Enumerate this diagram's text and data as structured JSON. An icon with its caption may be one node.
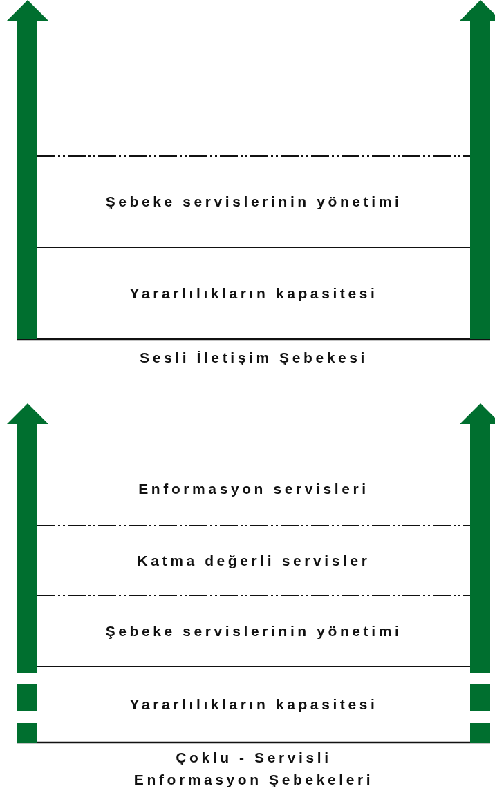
{
  "diagram": {
    "nodes": [
      {
        "text": [
          "Şebeke servislerinin yönetimi"
        ]
      },
      {
        "text": [
          "Yararlılıkların kapasitesi"
        ]
      },
      {
        "text": [
          "Enformasyon servisleri"
        ]
      },
      {
        "text": [
          "Katma değerli servisler"
        ]
      },
      {
        "text": [
          "Şebeke servislerinin yönetimi"
        ]
      },
      {
        "text": [
          "Yararlılıkların kapasitesi"
        ]
      }
    ],
    "edges": [],
    "labels": [
      "Sesli İletişim Şebekesi",
      "Çoklu - Servisli Enformasyon Şebekeleri"
    ]
  }
}
